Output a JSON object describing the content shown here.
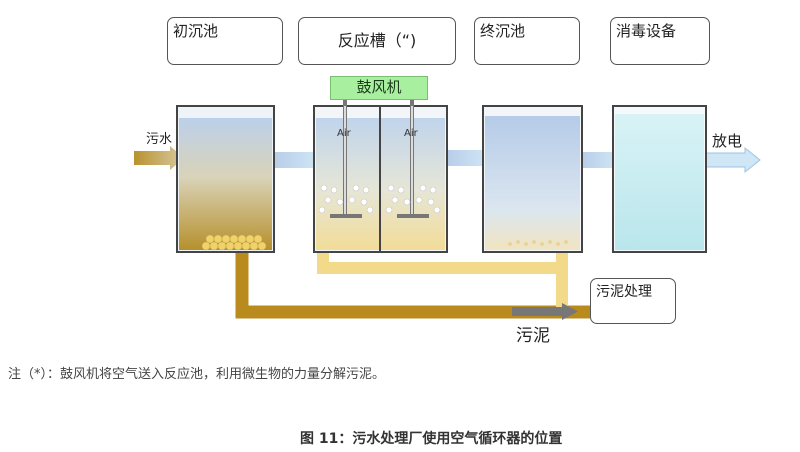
{
  "labels": {
    "primary_clarifier": "初沉池",
    "reactor": "反应槽（“)",
    "final_clarifier": "终沉池",
    "disinfection": "消毒设备",
    "blower": "鼓风机",
    "inlet": "污水",
    "outlet": "放电",
    "sludge": "污泥",
    "sludge_treatment": "污泥处理",
    "air": "Air"
  },
  "note": "注（*）：鼓风机将空气送入反应池，利用微生物的力量分解污泥。",
  "caption": "图 11：污水处理厂使用空气循环器的位置",
  "colors": {
    "water_blue": "#b8cfe8",
    "sludge_brown": "#b98b1e",
    "return_yellow": "#f3d98a",
    "blower_green": "#a8f0a0",
    "disinfect_water": "#cdeef2"
  }
}
